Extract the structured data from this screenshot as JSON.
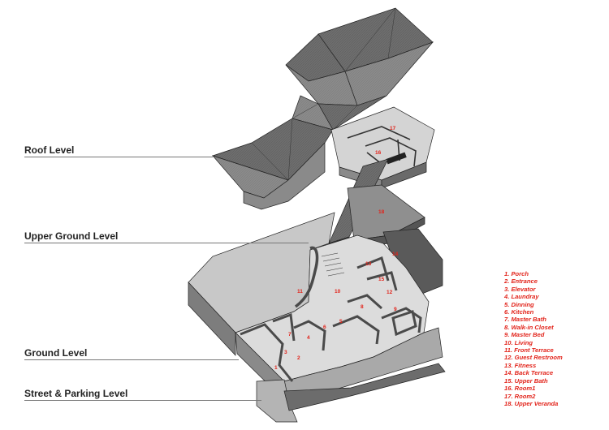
{
  "levels": {
    "roof": "Roof Level",
    "upper_ground": "Upper Ground Level",
    "ground": "Ground Level",
    "street": "Street & Parking Level"
  },
  "legend": [
    "1. Porch",
    "2. Entrance",
    "3. Elevator",
    "4. Laundray",
    "5. Dinning",
    "6. Kitchen",
    "7. Master Bath",
    "8. Walk-in Closet",
    "9. Master Bed",
    "10. Living",
    "11. Front Terrace",
    "12. Guest Restroom",
    "13. Fitness",
    "14. Back Terrace",
    "15. Upper Bath",
    "16. Room1",
    "17. Room2",
    "18. Upper Veranda"
  ],
  "room_markers": [
    "1",
    "2",
    "3",
    "4",
    "5",
    "6",
    "7",
    "8",
    "9",
    "10",
    "11",
    "12",
    "13",
    "14",
    "15",
    "16",
    "17",
    "18"
  ],
  "colors": {
    "label_red": "#e2231a",
    "roof_fill": "#6f6f6f",
    "wall_fill": "#9a9a9a",
    "floor_fill": "#d8d8d8",
    "side_fill": "#555555"
  }
}
